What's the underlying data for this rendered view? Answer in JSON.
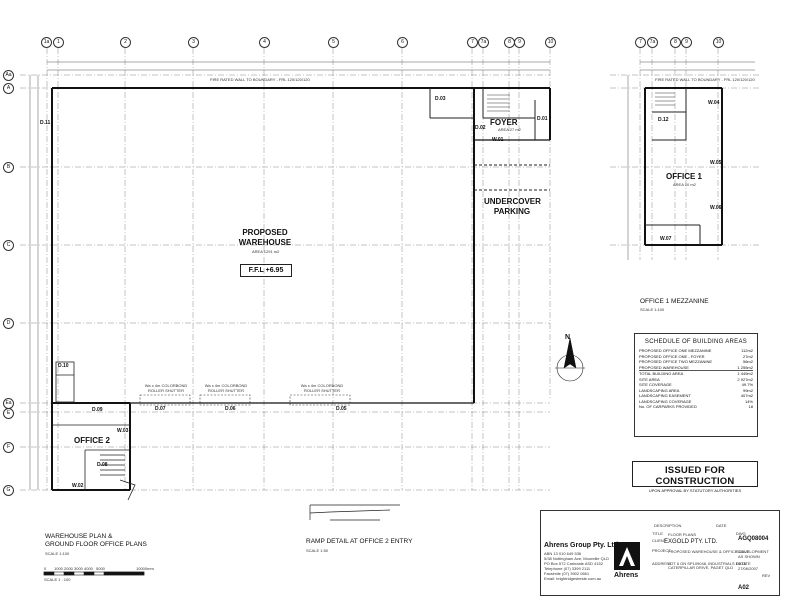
{
  "sheet": {
    "main_rooms": {
      "warehouse_line1": "PROPOSED",
      "warehouse_line2": "WAREHOUSE",
      "warehouse_area": "AREA 1291 m2",
      "ffl": "F.F.L +6.95",
      "foyer": "FOYER",
      "foyer_area": "AREA 27 m2",
      "undercover_line1": "UNDERCOVER",
      "undercover_line2": "PARKING",
      "office1": "OFFICE 1",
      "office1_area": "AREA 10 m2",
      "office2": "OFFICE 2"
    },
    "tags": {
      "d03": "D.03",
      "d02": "D.02",
      "d01": "D.01",
      "w01": "W.01",
      "d11": "D.11",
      "d12": "D.12",
      "w04": "W.04",
      "w05": "W.05",
      "w06": "W.06",
      "w07": "W.07",
      "d10": "D.10",
      "d09": "D.09",
      "d07": "D.07",
      "d06": "D.06",
      "d05": "D.05",
      "d08": "D.08",
      "w03": "W.03",
      "w02": "W.02"
    },
    "roller_door_labels": {
      "rd1": "Wa x 4m COLORBOND ROLLER SHUTTER",
      "rd2": "Wa x 4m COLORBOND ROLLER SHUTTER",
      "rd3": "Wa x 4m COLORBOND ROLLER SHUTTER"
    },
    "grid_top_main": [
      "1a",
      "1",
      "2",
      "3",
      "4",
      "5",
      "6",
      "7",
      "7a",
      "8",
      "9",
      "10"
    ],
    "grid_top_mezz": [
      "7",
      "7a",
      "8",
      "9",
      "10"
    ],
    "grid_left": [
      "Aa",
      "A",
      "B",
      "C",
      "D",
      "Ea",
      "E",
      "F",
      "G"
    ],
    "captions": {
      "mezzanine": "OFFICE 1 MEZZANINE",
      "mezzanine_scale": "SCALE 1:100",
      "plan_line1": "WAREHOUSE PLAN &",
      "plan_line2": "GROUND FLOOR OFFICE PLANS",
      "plan_scale": "SCALE 1:100",
      "ramp": "RAMP DETAIL AT OFFICE 2 ENTRY",
      "ramp_scale": "SCALE 1:50",
      "scale_bar_label": "SCALE    1 : 100"
    },
    "top_dims": {
      "fire_rated_main": "FIRE RATED WALL TO BOUNDARY - FRL 120/120/120",
      "fire_rated_mezz": "FIRE RATED WALL TO BOUNDARY - FRL 120/120/120"
    }
  },
  "schedule": {
    "title": "SCHEDULE OF BUILDING AREAS",
    "rows": [
      {
        "label": "PROPOSED OFFICE ONE MEZZANINE",
        "value": "112m2"
      },
      {
        "label": "PROPOSED OFFICE ONE - FOYER",
        "value": "27m2"
      },
      {
        "label": "PROPOSED OFFICE TWO MEZZANINE",
        "value": "56m2"
      },
      {
        "label": "PROPOSED WAREHOUSE",
        "value": "1 255m2"
      },
      {
        "label": "TOTAL BUILDING AREA",
        "value": "1 449m2"
      },
      {
        "label": "SITE AREA",
        "value": "2 927m2"
      },
      {
        "label": "SITE COVERAGE",
        "value": "49.7%"
      },
      {
        "label": "LANDSCAPING AREA",
        "value": "99m2"
      },
      {
        "label": "LANDSCAPING EASEMENT",
        "value": "407m2"
      },
      {
        "label": "LANDSCAPING COVERAGE",
        "value": "14%"
      },
      {
        "label": "No. OF CARPARKS PROVIDED",
        "value": "18"
      }
    ]
  },
  "stamp": {
    "title": "ISSUED FOR CONSTRUCTION",
    "subtitle": "UPON APPROVAL BY STATUTORY AUTHORITIES"
  },
  "title_block": {
    "company": "Ahrens Group Pty. Ltd",
    "abn": "ABN 13 010 649 536",
    "address1": "5/38 Nottingham Ave, Moorelile QLD",
    "address2": "PO Box 572 Carindale ASD 4152",
    "phone": "Telephone (07) 3399 2111",
    "fax": "Facsimile (07) 3902 0661",
    "email": "Email: brightridgesbeste.com.au",
    "logo_text": "Ahrens",
    "title_label": "TITLE",
    "title_value": "FLOOR PLANS",
    "client_label": "CLIENT",
    "client_value": "EXGOLD PTY. LTD.",
    "project_label": "PROJECT",
    "project_value": "PROPOSED WAREHOUSE & OFFICE DEVELOPMENT",
    "address_label": "ADDRESS",
    "address_value": "LOT 6 ON SP109046, INDUSTRIALS ESTATE",
    "address_value2": "CATERPILLAR DRIVE, PAGET QLD",
    "dwg_label": "DWG",
    "dwg_value": "AGQ08004",
    "scale_label": "SCALE",
    "scale_value": "AS SHOWN",
    "date_label": "DATE",
    "date_value": "27/06/2007",
    "rev_label": "REV",
    "sheet_label": "A02",
    "rev_desc_label": "DESCRIPTION",
    "rev_date_label": "DATE"
  },
  "scale_bar": [
    "0",
    "1000",
    "2000",
    "3000",
    "4000",
    "5000",
    "10000mm"
  ],
  "north": "N"
}
